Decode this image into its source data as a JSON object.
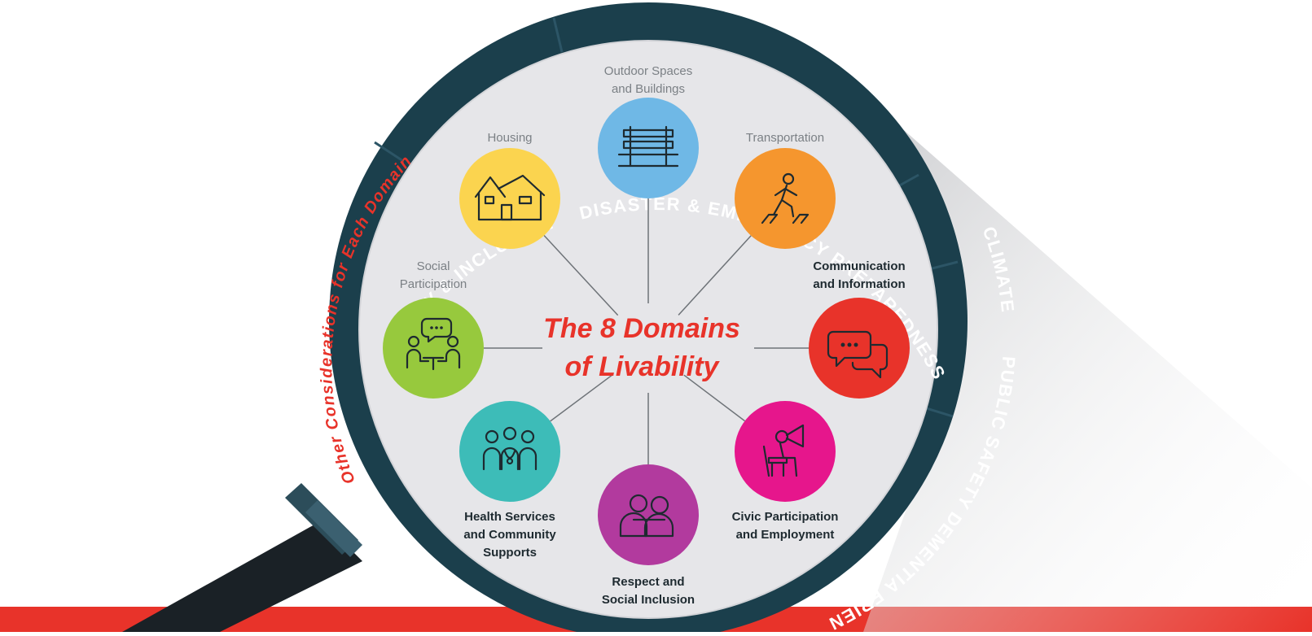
{
  "diagram": {
    "title_line1": "The 8 Domains",
    "title_line2": "of Livability",
    "side_caption": "Other Considerations for Each Domain",
    "ring_segments": [
      {
        "label": "EQUITY & INCLUSION"
      },
      {
        "label": "DISASTER & EMERGENCY PREPAREDNESS"
      },
      {
        "label": "CLIMATE"
      },
      {
        "label": "PUBLIC SAFETY"
      },
      {
        "label": "DEMENTIA FRIENDLY"
      }
    ],
    "domains": [
      {
        "line1": "Outdoor Spaces",
        "line2": "and Buildings",
        "line3": "",
        "color": "#6fb8e6",
        "icon": "bench-icon"
      },
      {
        "line1": "Transportation",
        "line2": "",
        "line3": "",
        "color": "#f5962e",
        "icon": "pedestrian-crosswalk-icon"
      },
      {
        "line1": "Communication",
        "line2": "and Information",
        "line3": "",
        "color": "#e8332a",
        "icon": "chat-bubbles-icon"
      },
      {
        "line1": "Civic Participation",
        "line2": "and Employment",
        "line3": "",
        "color": "#e6168c",
        "icon": "megaphone-speaker-icon"
      },
      {
        "line1": "Respect and",
        "line2": "Social Inclusion",
        "line3": "",
        "color": "#b23a9e",
        "icon": "two-people-hug-icon"
      },
      {
        "line1": "Health Services",
        "line2": "and Community",
        "line3": "Supports",
        "color": "#3dbcb8",
        "icon": "medical-team-icon"
      },
      {
        "line1": "Social",
        "line2": "Participation",
        "line3": "",
        "color": "#97c93d",
        "icon": "people-conversation-icon"
      },
      {
        "line1": "Housing",
        "line2": "",
        "line3": "",
        "color": "#fbd44f",
        "icon": "house-icon"
      }
    ],
    "colors": {
      "ring": "#1b3f4c",
      "lens": "#e6e6e9",
      "accent_red": "#e8332a",
      "handle": "#1a2126",
      "handle_collar": "#2c4d5a",
      "line_icon": "#1e2a30"
    }
  }
}
